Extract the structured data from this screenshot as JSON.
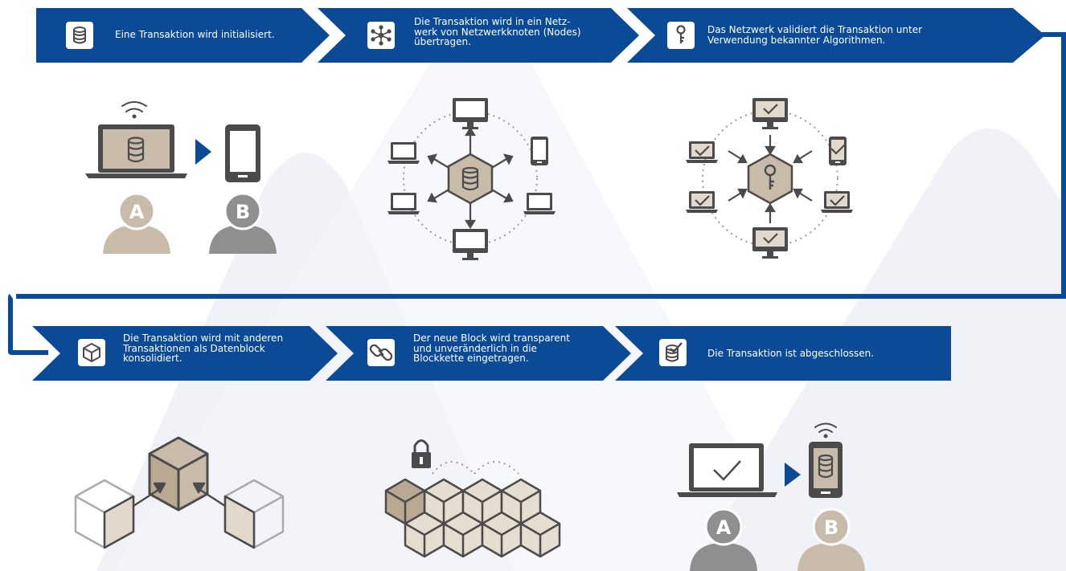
{
  "colors": {
    "banner_blue": "#0a4a96",
    "icon_dark": "#4b4b4b",
    "tan": "#c9bba9",
    "tan_dark": "#b9a992",
    "mountain": "#f1f2f7"
  },
  "steps": [
    {
      "text": "Eine Transaktion wird initialisiert.",
      "icon": "database-icon"
    },
    {
      "text": "Die Transaktion wird in ein Netz-\nwerk von Netzwerkknoten (Nodes)\nübertragen.",
      "icon": "network-icon"
    },
    {
      "text": "Das Netzwerk validiert die Transaktion unter\nVerwendung bekannter Algorithmen.",
      "icon": "key-icon"
    },
    {
      "text": "Die Transaktion wird mit anderen\nTransaktionen als Datenblock\nkonsolidiert.",
      "icon": "cube-icon"
    },
    {
      "text": "Der neue Block wird transparent\nund unveränderlich in die\nBlockkette eingetragen.",
      "icon": "chain-link-icon"
    },
    {
      "text": "Die Transaktion ist abgeschlossen.",
      "icon": "database-check-icon"
    }
  ],
  "labels": {
    "user_a": "A",
    "user_b": "B"
  }
}
